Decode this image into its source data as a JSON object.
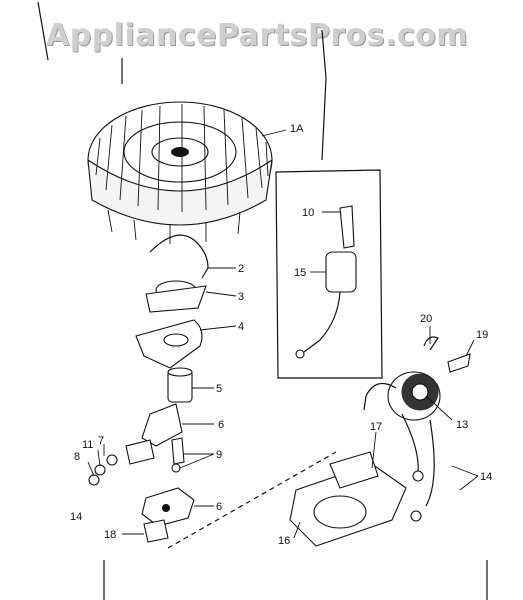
{
  "watermark": "AppliancePartsPros.com",
  "callouts": {
    "c1a": "1A",
    "c2": "2",
    "c3": "3",
    "c4": "4",
    "c5": "5",
    "c6a": "6",
    "c6b": "6",
    "c7": "7",
    "c8": "8",
    "c9": "9",
    "c10": "10",
    "c11": "11",
    "c13": "13",
    "c14a": "14",
    "c14b": "14",
    "c15": "15",
    "c16": "16",
    "c17": "17",
    "c18": "18",
    "c19": "19",
    "c20": "20"
  }
}
